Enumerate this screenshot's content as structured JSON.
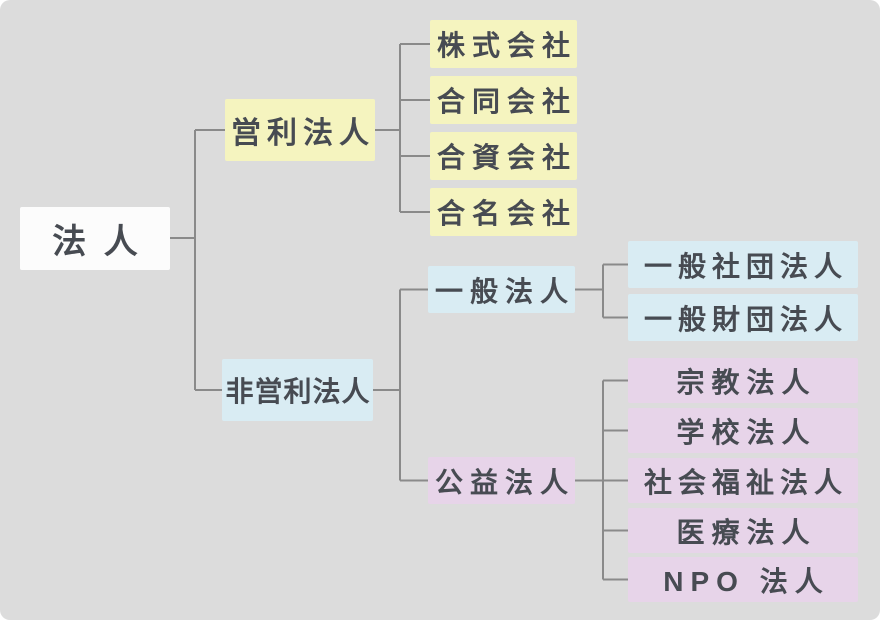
{
  "palette": {
    "canvas_bg": "#dcdcdc",
    "line": "#8a8a8a",
    "text": "#474b52",
    "root_bg": "#fcfcfc",
    "profit_bg": "#f5f4bf",
    "nonprofit_bg": "#d9ecf3",
    "public_bg": "#e7d4e9"
  },
  "tree": {
    "root": {
      "label": "法 人"
    },
    "branches": [
      {
        "label": "営利法人",
        "children": [
          {
            "label": "株式会社"
          },
          {
            "label": "合同会社"
          },
          {
            "label": "合資会社"
          },
          {
            "label": "合名会社"
          }
        ]
      },
      {
        "label": "非営利法人",
        "children": [
          {
            "label": "一般法人",
            "children": [
              {
                "label": "一般社団法人"
              },
              {
                "label": "一般財団法人"
              }
            ]
          },
          {
            "label": "公益法人",
            "children": [
              {
                "label": "宗教法人"
              },
              {
                "label": "学校法人"
              },
              {
                "label": "社会福祉法人"
              },
              {
                "label": "医療法人"
              },
              {
                "label": "NPO 法人"
              }
            ]
          }
        ]
      }
    ]
  }
}
